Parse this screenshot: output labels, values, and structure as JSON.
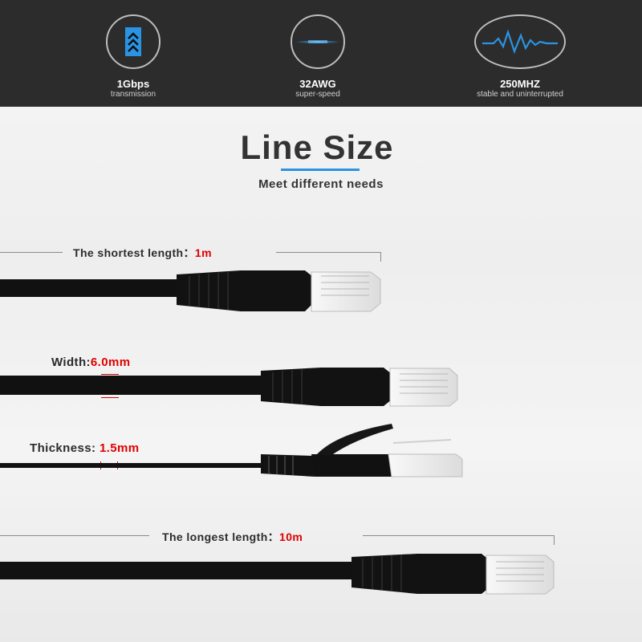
{
  "features": [
    {
      "icon": "speed-chevrons-icon",
      "title": "1Gbps",
      "subtitle": "transmission"
    },
    {
      "icon": "signal-line-icon",
      "title": "32AWG",
      "subtitle": "super-speed"
    },
    {
      "icon": "waveform-icon",
      "title": "250MHZ",
      "subtitle": "stable and uninterrupted"
    }
  ],
  "title": "Line Size",
  "subtitle": "Meet different needs",
  "specs": {
    "shortest": {
      "label": "The shortest length：",
      "value": "1m"
    },
    "width": {
      "label": "Width:",
      "value": "6.0mm"
    },
    "thickness": {
      "label": "Thickness: ",
      "value": "1.5mm"
    },
    "longest": {
      "label": "The longest length：",
      "value": "10m"
    }
  },
  "colors": {
    "accent": "#2a93e3",
    "value_red": "#e00000",
    "header_bg": "#2c2c2c"
  }
}
